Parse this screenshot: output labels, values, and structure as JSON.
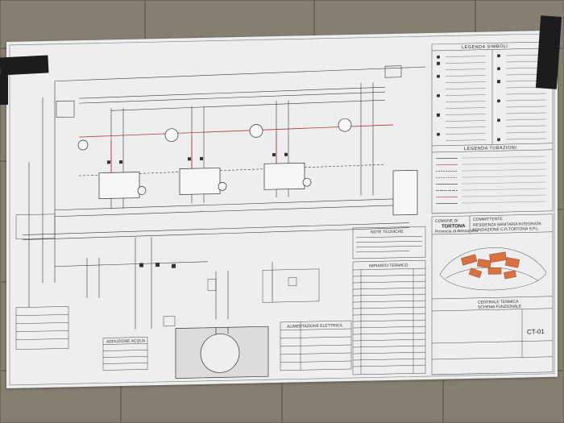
{
  "drawing": {
    "legend_symbols_title": "LEGENDA SIMBOLI",
    "legend_pipes_title": "LEGENDA TUBAZIONI",
    "comune_label": "COMUNE DI",
    "comune_name": "TORTONA",
    "provincia": "Provincia di Alessandria",
    "committente_label": "COMMITTENTE",
    "project_line1": "RESIDENZA SANITARIA INTEGRATA",
    "project_line2": "FONDAZIONE C.R.TORTONA S.P.L.",
    "sheet_title_1": "CENTRALE TERMICA",
    "sheet_title_2": "SCHEMA FUNZIONALE",
    "sheet_code": "CT-01",
    "notes_title": "NOTE TECNICHE",
    "plant_table_title": "IMPIANTO TERMICO",
    "electrical_title": "ALIMENTAZIONE ELETTRICA",
    "water_table_title": "ADDUZIONE ACQUA",
    "colors": {
      "wall": "#7d7a6e",
      "paper": "#eceef0",
      "line": "#3a3a3a",
      "red_line": "#b03a30",
      "building": "#d9713f",
      "tape": "#1c1c1c"
    }
  }
}
